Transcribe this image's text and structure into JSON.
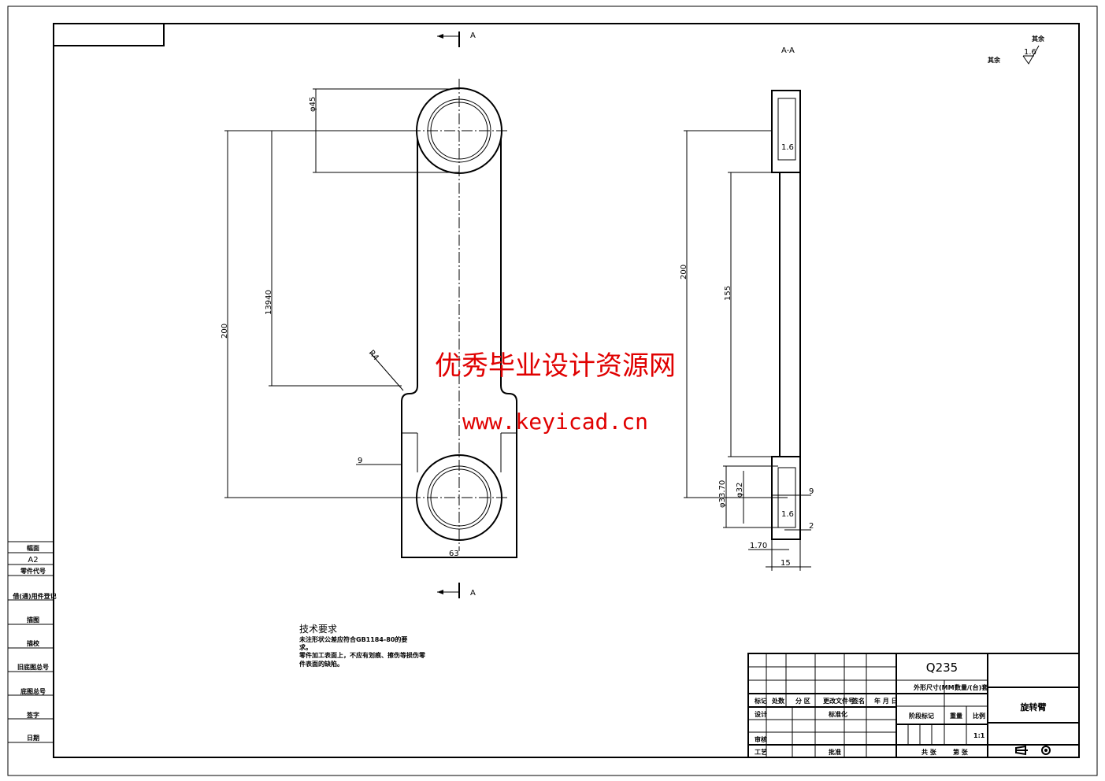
{
  "sheet": {
    "size": "A2",
    "roughness_note": "其余",
    "roughness_value": "1.6",
    "roughness_note2": "其余"
  },
  "left_strip": [
    "幅面",
    "A2",
    "零件代号",
    "借(通)用件登记",
    "描图",
    "描校",
    "旧底图总号",
    "底图总号",
    "签字",
    "日期"
  ],
  "front_view": {
    "section_mark": "A",
    "dims": {
      "overall": "200",
      "inner": "13940",
      "bore": "φ45",
      "fillet": "R4",
      "offset": "9",
      "width": "63"
    }
  },
  "section_view": {
    "title": "A-A",
    "dims": {
      "overall": "200",
      "web": "155",
      "outer_bore": "φ33.70",
      "inner_bore": "φ32",
      "d9": "9",
      "d2": "2",
      "d170": "1.70",
      "thick": "15",
      "rough1": "1.6",
      "rough2": "1.6"
    }
  },
  "tech": {
    "title": "技术要求",
    "lines": [
      "未注形状公差应符合GB1184-80的要",
      "求。",
      "零件加工表面上，不应有划痕、擦伤等损伤零",
      "件表面的缺陷。"
    ]
  },
  "watermark": {
    "line1": "优秀毕业设计资源网",
    "line2": "www.keyicad.cn"
  },
  "title_block": {
    "material": "Q235",
    "size_label": "外形尺寸(MM)",
    "qty_label": "数量/(台)套",
    "part_name": "旋转臂",
    "row_labels": [
      "标记",
      "处数",
      "分 区",
      "更改文件号",
      "签名",
      "年 月 日"
    ],
    "design": "设计",
    "standard": "标准化",
    "check": "审核",
    "process": "工艺",
    "approve": "批准",
    "stage": "阶段标记",
    "weight": "重量",
    "scale_label": "比例",
    "scale": "1:1",
    "sheets": "共  张",
    "sheet_no": "第  张"
  }
}
